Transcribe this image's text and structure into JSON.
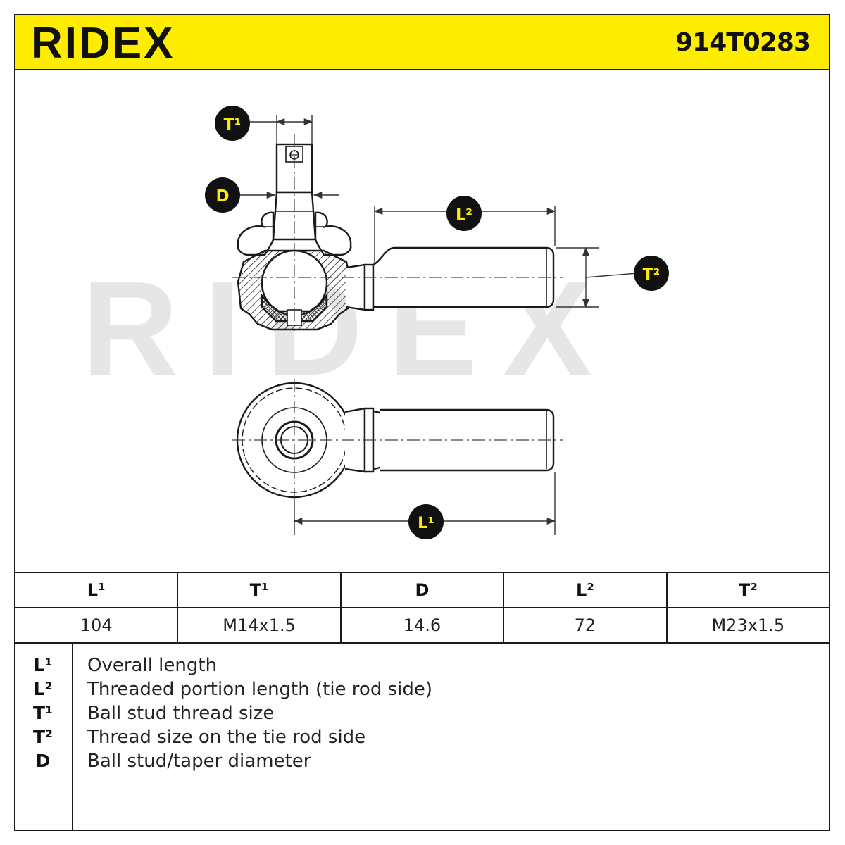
{
  "brand": {
    "logo_text": "RIDEX",
    "watermark_text": "RIDEX"
  },
  "part_number": "914T0283",
  "colors": {
    "header_bg": "#ffed00",
    "badge_bg": "#111111",
    "badge_text": "#ffed00",
    "line": "#1a1a1a",
    "watermark": "#e6e6e6"
  },
  "diagram": {
    "labels": {
      "T1": "T¹",
      "D": "D",
      "L2": "L²",
      "T2": "T²",
      "L1": "L¹"
    }
  },
  "spec_table": {
    "headers": [
      "L¹",
      "T¹",
      "D",
      "L²",
      "T²"
    ],
    "values": [
      "104",
      "M14x1.5",
      "14.6",
      "72",
      "M23x1.5"
    ]
  },
  "legend": [
    {
      "symbol": "L¹",
      "text": "Overall length"
    },
    {
      "symbol": "L²",
      "text": "Threaded portion length (tie rod side)"
    },
    {
      "symbol": "T¹",
      "text": "Ball stud thread size"
    },
    {
      "symbol": "T²",
      "text": "Thread size on the tie rod side"
    },
    {
      "symbol": "D",
      "text": "Ball stud/taper diameter"
    }
  ]
}
